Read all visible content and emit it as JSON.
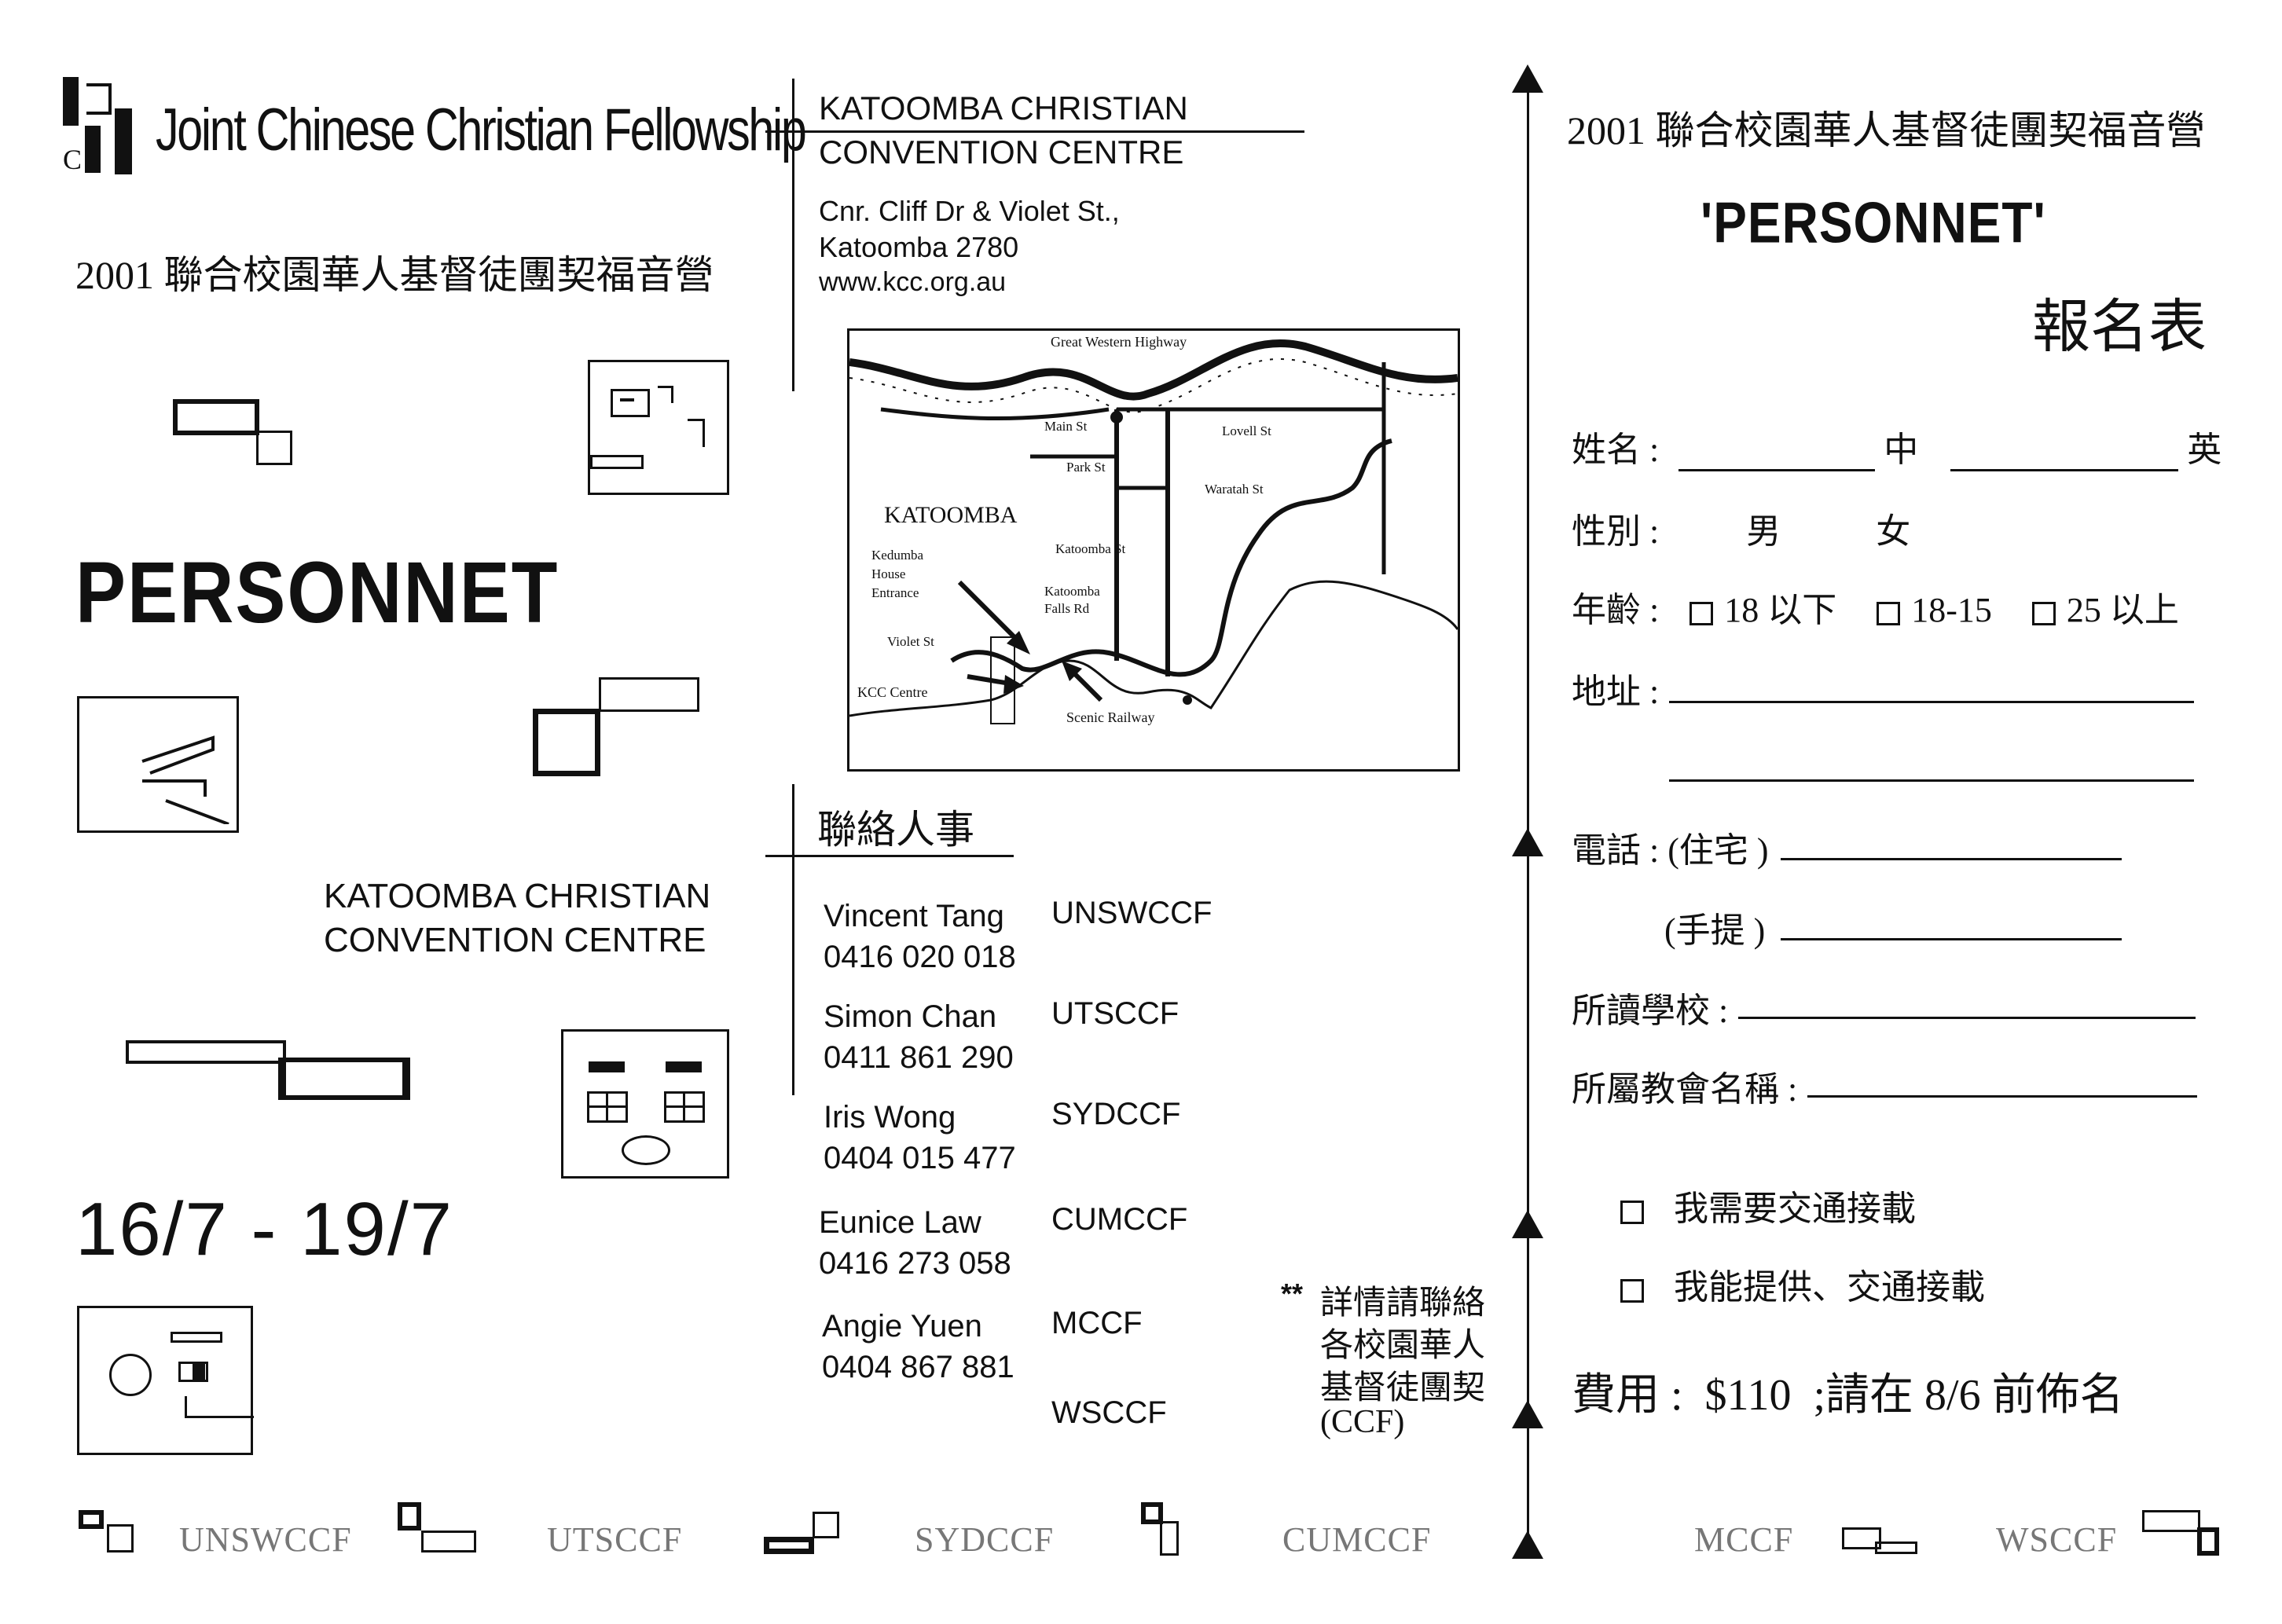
{
  "logo": {
    "letters": "JCCF",
    "name": "Joint Chinese Christian Fellowship"
  },
  "left": {
    "camp_title": "2001 聯合校園華人基督徒團契福音營",
    "event_name": "PERSONNET",
    "venue_line1": "KATOOMBA CHRISTIAN",
    "venue_line2": "CONVENTION CENTRE",
    "dates": "16/7 - 19/7"
  },
  "middle": {
    "venue_line1": "KATOOMBA CHRISTIAN",
    "venue_line2": "CONVENTION CENTRE",
    "address_line1": "Cnr. Cliff Dr & Violet St.,",
    "address_line2": "Katoomba 2780",
    "website": "www.kcc.org.au",
    "map": {
      "labels": {
        "highway": "Great Western Highway",
        "main_st": "Main St",
        "lovell_st": "Lovell St",
        "park_st": "Park St",
        "waratah_st": "Waratah St",
        "town": "KATOOMBA",
        "katoomba_st": "Katoomba St",
        "kedumba_1": "Kedumba",
        "kedumba_2": "House",
        "kedumba_3": "Entrance",
        "falls_1": "Katoomba",
        "falls_2": "Falls Rd",
        "violet_st": "Violet St",
        "kcc": "KCC Centre",
        "railway": "Scenic Railway"
      }
    },
    "contacts_heading": "聯絡人事",
    "contacts": [
      {
        "name": "Vincent Tang",
        "phone": "0416 020 018",
        "group": "UNSWCCF"
      },
      {
        "name": "Simon Chan",
        "phone": "0411 861 290",
        "group": "UTSCCF"
      },
      {
        "name": "Iris Wong",
        "phone": "0404 015 477",
        "group": "SYDCCF"
      },
      {
        "name": "Eunice Law",
        "phone": "0416 273 058",
        "group": "CUMCCF"
      },
      {
        "name": "Angie Yuen",
        "phone": "0404 867 881",
        "group": "MCCF"
      }
    ],
    "extra_group": "WSCCF",
    "note_stars": "**",
    "note_lines": [
      "詳情請聯絡",
      "各校園華人",
      "基督徒團契",
      "(CCF)"
    ]
  },
  "form": {
    "camp_title": "2001 聯合校園華人基督徒團契福音營",
    "event_name": "'PERSONNET'",
    "form_title": "報名表",
    "name_label": "姓名 :",
    "name_cn": "中",
    "name_en": "英",
    "gender_label": "性別 :",
    "male": "男",
    "female": "女",
    "age_label": "年齡 :",
    "age_options": [
      "18 以下",
      "18-15",
      "25 以上"
    ],
    "address_label": "地址 :",
    "phone_label": "電話 : (住宅 )",
    "mobile_label": "(手提 )",
    "school_label": "所讀學校 :",
    "church_label": "所屬教會名稱 :",
    "need_transport": "我需要交通接載",
    "offer_transport": "我能提供、交通接載",
    "fee": "費用 :  $110  ;請在 8/6 前佈名"
  },
  "footer": [
    "UNSWCCF",
    "UTSCCF",
    "SYDCCF",
    "CUMCCF",
    "MCCF",
    "WSCCF"
  ]
}
